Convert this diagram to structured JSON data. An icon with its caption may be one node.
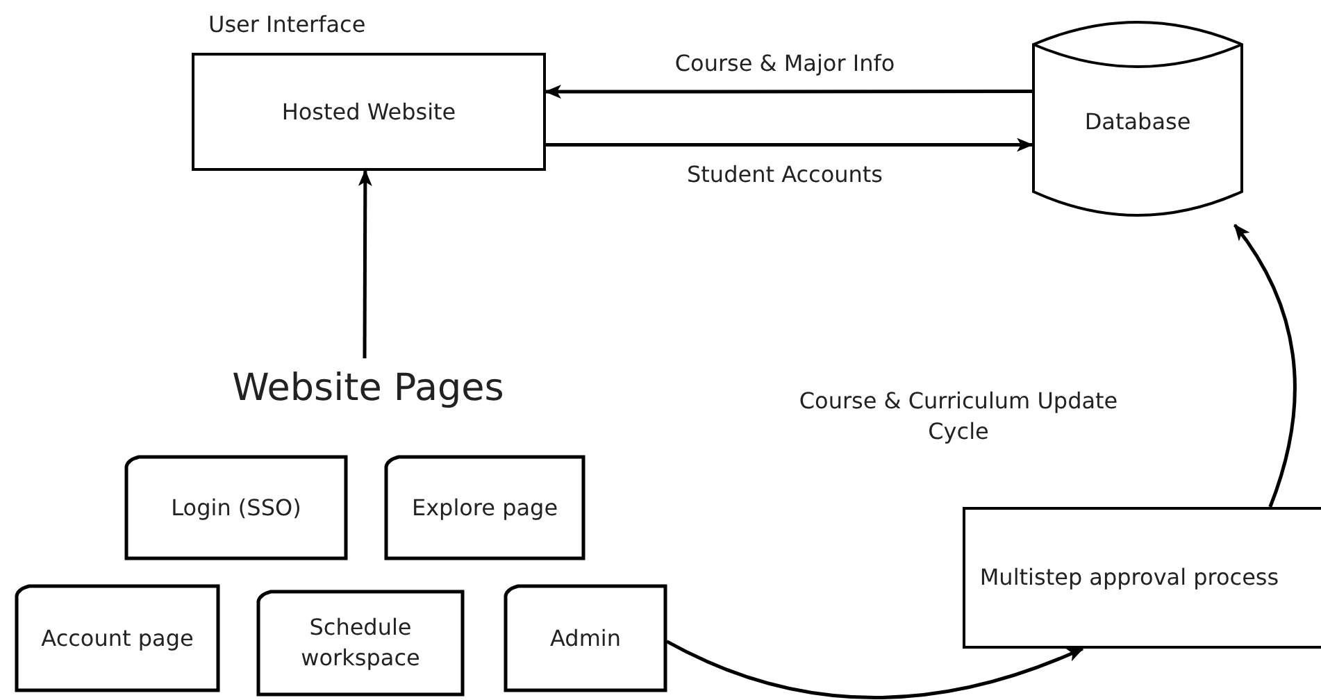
{
  "diagram": {
    "nodes": [
      {
        "text": [
          "User Interface",
          "Hosted Website"
        ]
      },
      {
        "text": [
          "Database"
        ]
      },
      {
        "text": [
          "Website Pages"
        ]
      },
      {
        "text": [
          "Login (SSO)"
        ]
      },
      {
        "text": [
          "Explore page"
        ]
      },
      {
        "text": [
          "Account page"
        ]
      },
      {
        "text": [
          "Schedule workspace"
        ]
      },
      {
        "text": [
          "Admin"
        ]
      },
      {
        "text": [
          "Multistep approval process"
        ]
      }
    ],
    "edges": [
      {
        "from": 1,
        "to": 0,
        "arrow": "to",
        "label": "Course & Major Info"
      },
      {
        "from": 0,
        "to": 1,
        "arrow": "to",
        "label": "Student Accounts"
      },
      {
        "from": 2,
        "to": 0,
        "arrow": "to"
      },
      {
        "from": 7,
        "to": 8,
        "arrow": "to"
      },
      {
        "from": 8,
        "to": 1,
        "arrow": "to"
      }
    ],
    "labels": [
      "Course & Curriculum Update Cycle"
    ]
  }
}
